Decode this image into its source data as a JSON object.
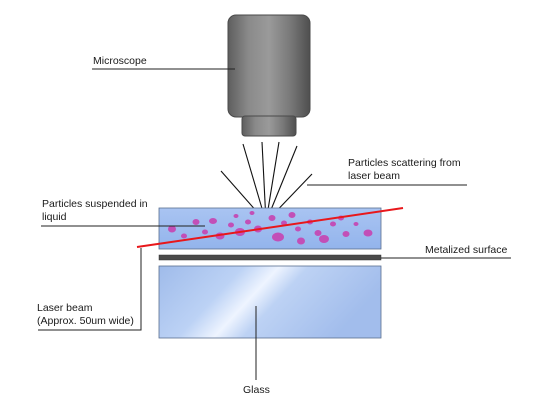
{
  "labels": {
    "microscope": "Microscope",
    "scattering_line1": "Particles scattering from",
    "scattering_line2": "laser beam",
    "suspended_line1": "Particles suspended in",
    "suspended_line2": "liquid",
    "metalized": "Metalized surface",
    "laser_line1": "Laser beam",
    "laser_line2": "(Approx. 50um wide)",
    "glass": "Glass"
  },
  "colors": {
    "microscope_body": "#7c7c7c",
    "liquid_cell": "#9fbef0",
    "particles": "#c24fb7",
    "laser": "#e8171b",
    "metal_layer": "#4a4a4a",
    "glass": "#b5ccf2"
  }
}
